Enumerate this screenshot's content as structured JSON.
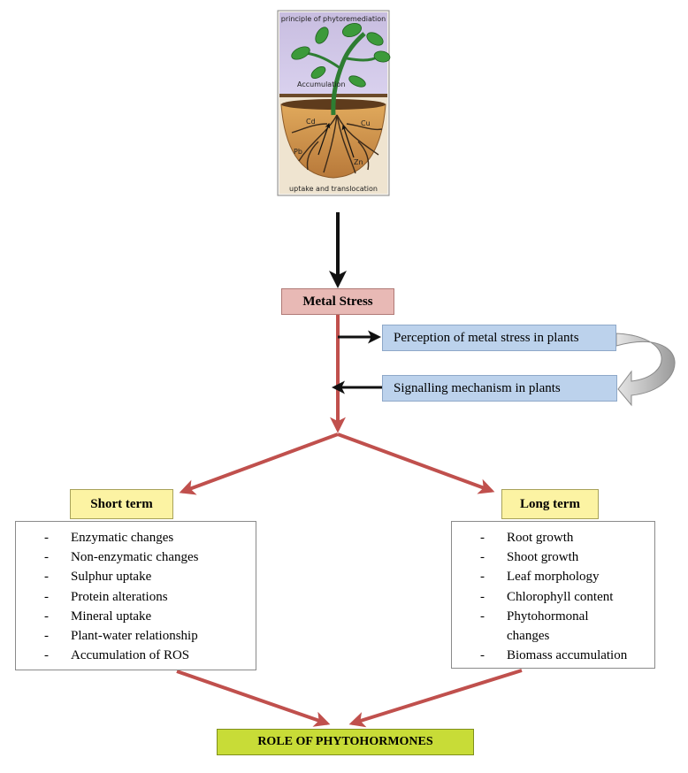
{
  "illustration": {
    "title": "principle of phytoremediation",
    "accumulation_label": "Accumulation",
    "footer_label": "uptake and translocation",
    "metal_labels": [
      "Cd",
      "Cu",
      "Pb",
      "Zn"
    ]
  },
  "nodes": {
    "metal_stress": "Metal Stress",
    "perception": "Perception of metal stress in plants",
    "signalling": "Signalling mechanism in plants",
    "short_term": "Short term",
    "long_term": "Long term",
    "role": "ROLE OF PHYTOHORMONES"
  },
  "short_term_items": [
    "Enzymatic changes",
    "Non-enzymatic changes",
    "Sulphur uptake",
    "Protein alterations",
    "Mineral uptake",
    "Plant-water relationship",
    "Accumulation of ROS"
  ],
  "long_term_items": [
    "Root growth",
    "Shoot growth",
    "Leaf morphology",
    "Chlorophyll content",
    "Phytohormonal changes",
    "Biomass accumulation"
  ],
  "colors": {
    "metal_stress": "#e8b9b5",
    "blue_boxes": "#bcd2ec",
    "term_headers": "#fcf3a3",
    "role_box": "#c8dc37",
    "red_arrows": "#c0504d",
    "black_arrows": "#111111",
    "curved_arrow": "#9a9a9a"
  }
}
